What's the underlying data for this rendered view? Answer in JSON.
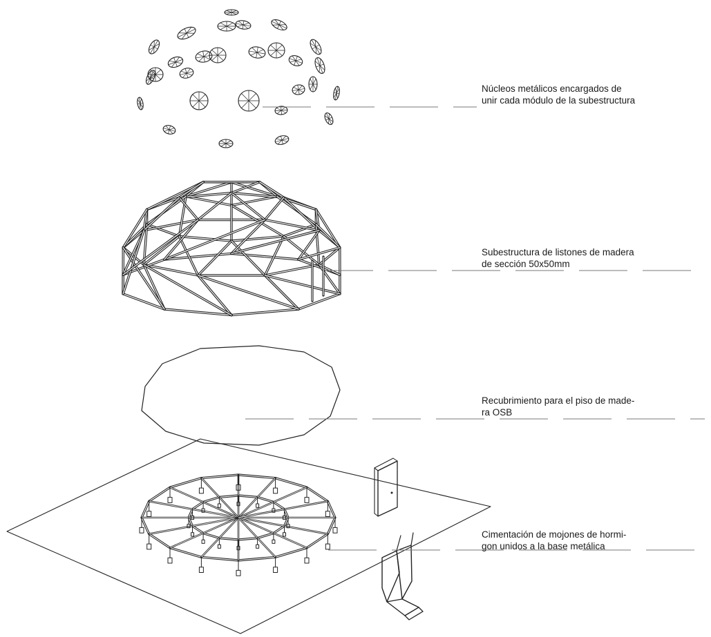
{
  "labels": {
    "nucleos": {
      "line1": "Núcleos metálicos encargados de",
      "line2": "unir cada módulo de la subestructura"
    },
    "subestructura": {
      "line1": "Subestructura de listones de madera",
      "line2": "de sección 50x50mm"
    },
    "recubrimiento": {
      "line1": "Recubrimiento para el piso de made-",
      "line2": "ra OSB"
    },
    "cimentacion": {
      "line1": "Cimentación de mojones de hormi-",
      "line2": "gon unidos a la base  metálica"
    }
  },
  "colors": {
    "stroke": "#222222",
    "leader": "#777777",
    "text": "#1a1a1a",
    "background": "#ffffff"
  }
}
